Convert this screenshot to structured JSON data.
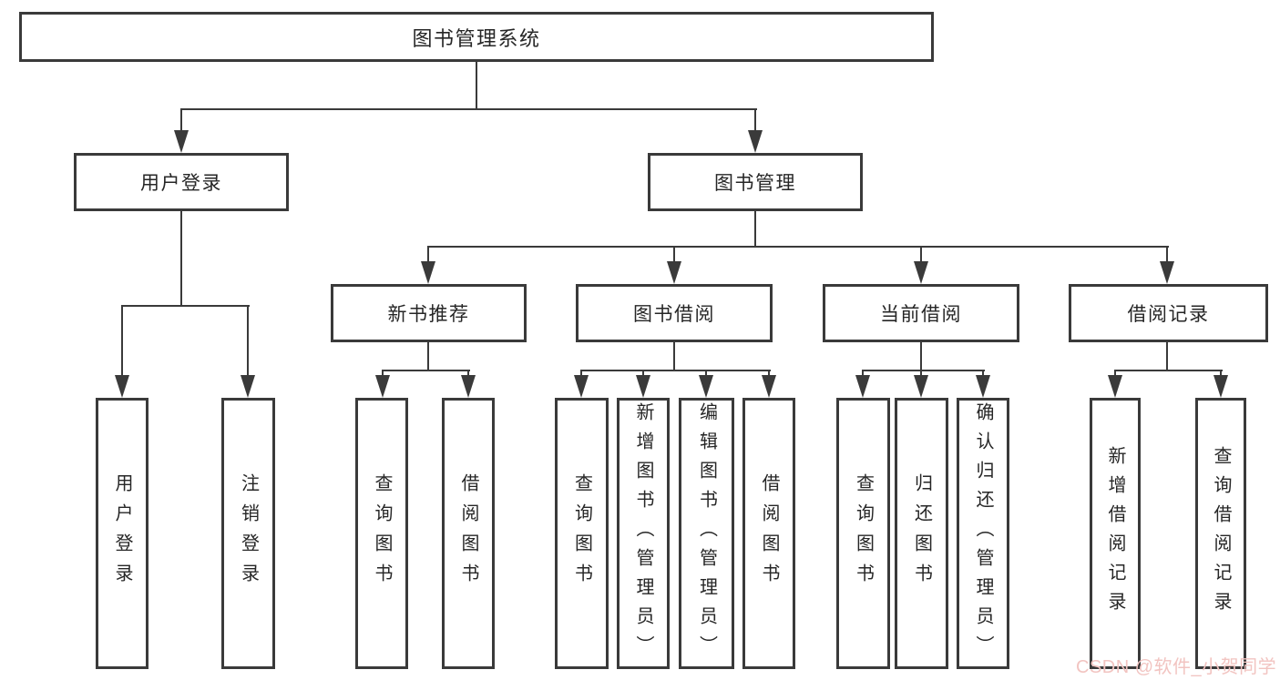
{
  "nodes": {
    "root": {
      "label": "图书管理系统"
    },
    "user_login": {
      "label": "用户登录"
    },
    "book_mgmt": {
      "label": "图书管理"
    },
    "new_book_rec": {
      "label": "新书推荐"
    },
    "book_borrow": {
      "label": "图书借阅"
    },
    "current_borrow": {
      "label": "当前借阅"
    },
    "borrow_record": {
      "label": "借阅记录"
    },
    "leaf_user_login": {
      "label": "用户登录"
    },
    "leaf_logout": {
      "label": "注销登录"
    },
    "leaf_nb_query": {
      "label": "查询图书"
    },
    "leaf_nb_borrow": {
      "label": "借阅图书"
    },
    "leaf_bb_query": {
      "label": "查询图书"
    },
    "leaf_bb_add": {
      "label": "新增图书（管理员）"
    },
    "leaf_bb_edit": {
      "label": "编辑图书（管理员）"
    },
    "leaf_bb_borrow": {
      "label": "借阅图书"
    },
    "leaf_cb_query": {
      "label": "查询图书"
    },
    "leaf_cb_return": {
      "label": "归还图书"
    },
    "leaf_cb_confirm": {
      "label": "确认归还（管理员）"
    },
    "leaf_br_add": {
      "label": "新增借阅记录"
    },
    "leaf_br_query": {
      "label": "查询借阅记录"
    }
  },
  "edges": [
    {
      "from": "图书管理系统",
      "to": [
        "用户登录",
        "图书管理"
      ]
    },
    {
      "from": "用户登录",
      "to": [
        "用户登录",
        "注销登录"
      ]
    },
    {
      "from": "图书管理",
      "to": [
        "新书推荐",
        "图书借阅",
        "当前借阅",
        "借阅记录"
      ]
    },
    {
      "from": "新书推荐",
      "to": [
        "查询图书",
        "借阅图书"
      ]
    },
    {
      "from": "图书借阅",
      "to": [
        "查询图书",
        "新增图书（管理员）",
        "编辑图书（管理员）",
        "借阅图书"
      ]
    },
    {
      "from": "当前借阅",
      "to": [
        "查询图书",
        "归还图书",
        "确认归还（管理员）"
      ]
    },
    {
      "from": "借阅记录",
      "to": [
        "新增借阅记录",
        "查询借阅记录"
      ]
    }
  ],
  "watermark": {
    "text": "CSDN @软件_小贺同学",
    "color": "#f2c4c1"
  },
  "colors": {
    "line": "#3a3a3a",
    "box_border": "#3a3a3a",
    "text": "#262626",
    "background": "#ffffff"
  }
}
